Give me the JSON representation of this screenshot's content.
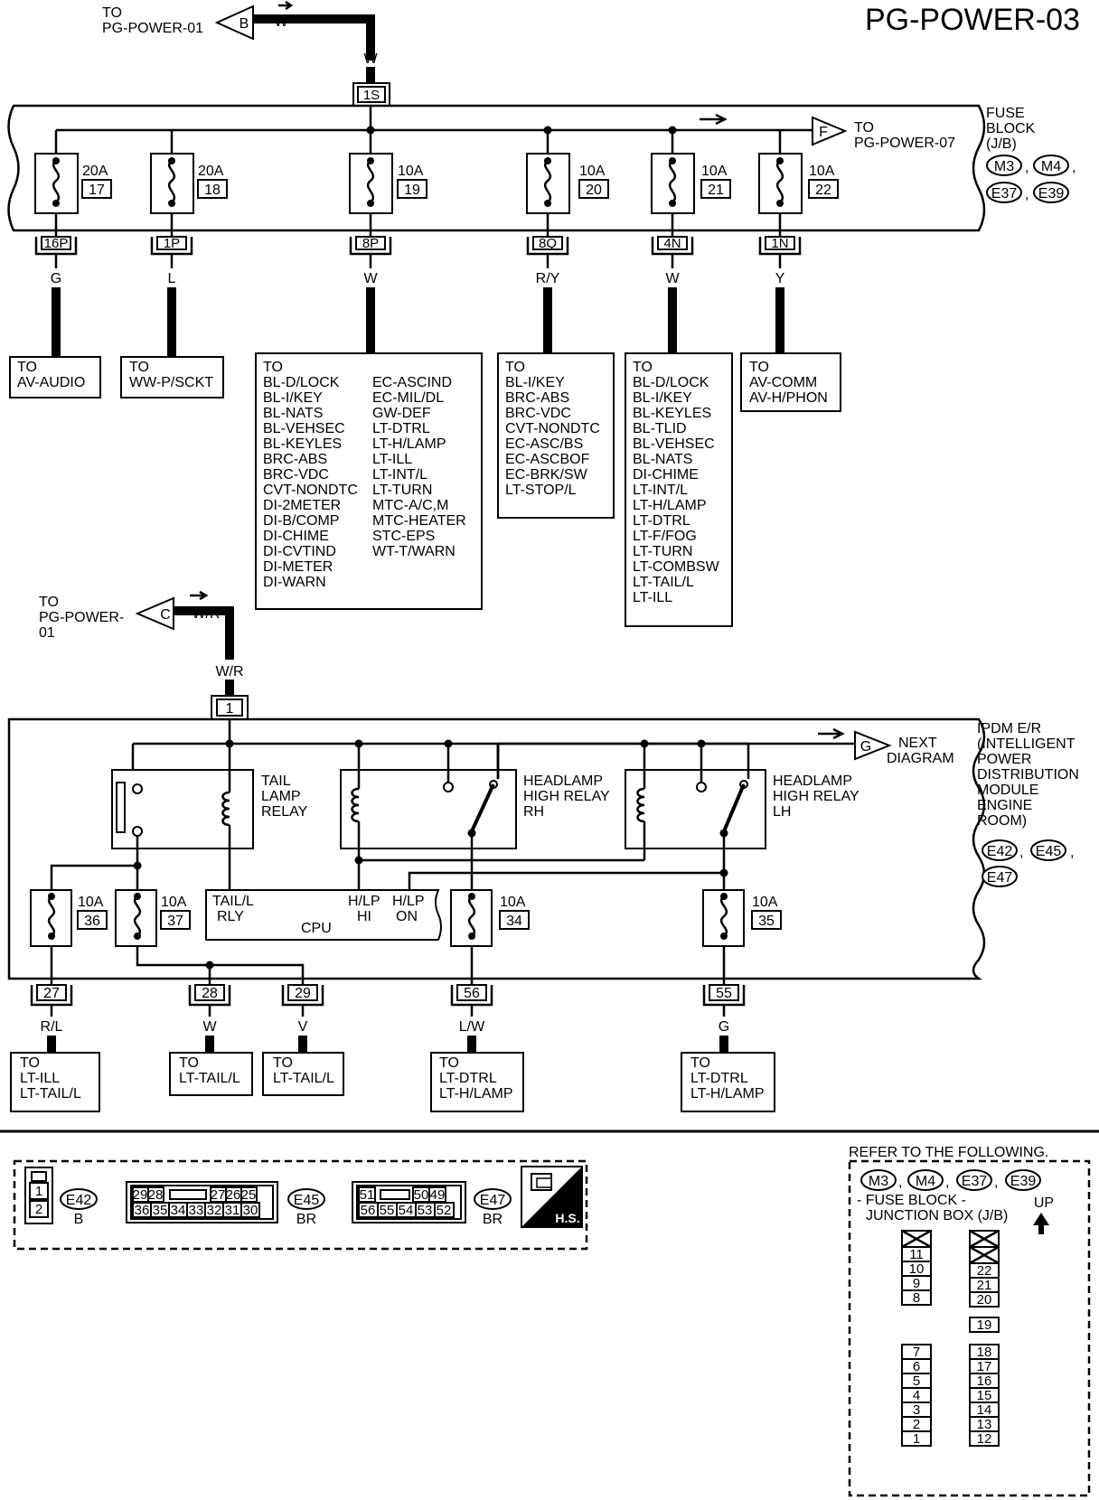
{
  "page_title": "PG-POWER-03",
  "top_link": {
    "to": "TO",
    "target": "PG-POWER-01",
    "letter": "B",
    "color": "W"
  },
  "main_wire": "W",
  "connector_1s": "1S",
  "fuse_block": {
    "label": [
      "FUSE",
      "BLOCK",
      "(J/B)"
    ],
    "connectors": [
      "M3",
      "M4",
      "E37",
      "E39"
    ],
    "link": {
      "letter": "F",
      "to": "TO",
      "target": "PG-POWER-07"
    },
    "fuses": [
      {
        "amp": "20A",
        "num": "17",
        "conn": "16P",
        "wire": "G"
      },
      {
        "amp": "20A",
        "num": "18",
        "conn": "1P",
        "wire": "L"
      },
      {
        "amp": "10A",
        "num": "19",
        "conn": "8P",
        "wire": "W"
      },
      {
        "amp": "10A",
        "num": "20",
        "conn": "8Q",
        "wire": "R/Y"
      },
      {
        "amp": "10A",
        "num": "21",
        "conn": "4N",
        "wire": "W"
      },
      {
        "amp": "10A",
        "num": "22",
        "conn": "1N",
        "wire": "Y"
      }
    ]
  },
  "dest_boxes": [
    {
      "lines": [
        "TO",
        "AV-AUDIO"
      ]
    },
    {
      "lines": [
        "TO",
        "WW-P/SCKT"
      ]
    },
    {
      "lines": [
        "TO",
        "BL-D/LOCK",
        "BL-I/KEY",
        "BL-NATS",
        "BL-VEHSEC",
        "BL-KEYLES",
        "BRC-ABS",
        "BRC-VDC",
        "CVT-NONDTC",
        "DI-2METER",
        "DI-B/COMP",
        "DI-CHIME",
        "DI-CVTIND",
        "DI-METER",
        "DI-WARN"
      ],
      "col2": [
        "EC-ASCIND",
        "EC-MIL/DL",
        "GW-DEF",
        "LT-DTRL",
        "LT-H/LAMP",
        "LT-ILL",
        "LT-INT/L",
        "LT-TURN",
        "MTC-A/C,M",
        "MTC-HEATER",
        "STC-EPS",
        "WT-T/WARN"
      ]
    },
    {
      "lines": [
        "TO",
        "BL-I/KEY",
        "BRC-ABS",
        "BRC-VDC",
        "CVT-NONDTC",
        "EC-ASC/BS",
        "EC-ASCBOF",
        "EC-BRK/SW",
        "LT-STOP/L"
      ]
    },
    {
      "lines": [
        "TO",
        "BL-D/LOCK",
        "BL-I/KEY",
        "BL-KEYLES",
        "BL-TLID",
        "BL-VEHSEC",
        "BL-NATS",
        "DI-CHIME",
        "LT-INT/L",
        "LT-H/LAMP",
        "LT-DTRL",
        "LT-F/FOG",
        "LT-TURN",
        "LT-COMBSW",
        "LT-TAIL/L",
        "LT-ILL"
      ]
    },
    {
      "lines": [
        "TO",
        "AV-COMM",
        "AV-H/PHON"
      ]
    }
  ],
  "mid_link": {
    "to": "TO",
    "target_lines": [
      "PG-POWER-",
      "01"
    ],
    "letter": "C",
    "color": "W/R"
  },
  "ipdm_wire": "W/R",
  "ipdm_connector": "1",
  "ipdm": {
    "label": [
      "IPDM E/R",
      "(INTELLIGENT",
      "POWER",
      "DISTRIBUTION",
      "MODULE",
      "ENGINE",
      "ROOM)"
    ],
    "connectors": [
      "E42",
      "E45",
      "E47"
    ],
    "next": {
      "letter": "G",
      "lines": [
        "NEXT",
        "DIAGRAM"
      ]
    },
    "relays": [
      {
        "lines": [
          "TAIL",
          "LAMP",
          "RELAY"
        ]
      },
      {
        "lines": [
          "HEADLAMP",
          "HIGH RELAY",
          "RH"
        ]
      },
      {
        "lines": [
          "HEADLAMP",
          "HIGH RELAY",
          "LH"
        ]
      }
    ],
    "cpu": {
      "label": "CPU",
      "tail": [
        "TAIL/L",
        "RLY"
      ],
      "hlp_hi": [
        "H/LP",
        "HI"
      ],
      "hlp_on": [
        "H/LP",
        "ON"
      ]
    },
    "fuses": [
      {
        "amp": "10A",
        "num": "36"
      },
      {
        "amp": "10A",
        "num": "37"
      },
      {
        "amp": "10A",
        "num": "34"
      },
      {
        "amp": "10A",
        "num": "35"
      }
    ],
    "outputs": [
      {
        "conn": "27",
        "wire": "R/L",
        "lines": [
          "TO",
          "LT-ILL",
          "LT-TAIL/L"
        ]
      },
      {
        "conn": "28",
        "wire": "W",
        "lines": [
          "TO",
          "LT-TAIL/L"
        ]
      },
      {
        "conn": "29",
        "wire": "V",
        "lines": [
          "TO",
          "LT-TAIL/L"
        ]
      },
      {
        "conn": "56",
        "wire": "L/W",
        "lines": [
          "TO",
          "LT-DTRL",
          "LT-H/LAMP"
        ]
      },
      {
        "conn": "55",
        "wire": "G",
        "lines": [
          "TO",
          "LT-DTRL",
          "LT-H/LAMP"
        ]
      }
    ]
  },
  "legend": {
    "e42": {
      "id": "E42",
      "color": "B",
      "pins": [
        "1",
        "2"
      ]
    },
    "e45": {
      "id": "E45",
      "color": "BR",
      "top": [
        "29",
        "28",
        "27",
        "26",
        "25"
      ],
      "bottom": [
        "36",
        "35",
        "34",
        "33",
        "32",
        "31",
        "30"
      ]
    },
    "e47": {
      "id": "E47",
      "color": "BR",
      "top": [
        "51",
        "50",
        "49"
      ],
      "bottom": [
        "56",
        "55",
        "54",
        "53",
        "52"
      ]
    },
    "hs": "H.S."
  },
  "refer": {
    "title": "REFER TO THE FOLLOWING.",
    "connectors": [
      "M3",
      "M4",
      "E37",
      "E39"
    ],
    "sub": [
      "- FUSE BLOCK -",
      "JUNCTION BOX (J/B)"
    ],
    "up": "UP",
    "left_top": [
      "11",
      "10",
      "9",
      "8"
    ],
    "right_top": [
      "22",
      "21",
      "20"
    ],
    "middle": "19",
    "left_bottom": [
      "7",
      "6",
      "5",
      "4",
      "3",
      "2",
      "1"
    ],
    "right_bottom": [
      "18",
      "17",
      "16",
      "15",
      "14",
      "13",
      "12"
    ]
  }
}
